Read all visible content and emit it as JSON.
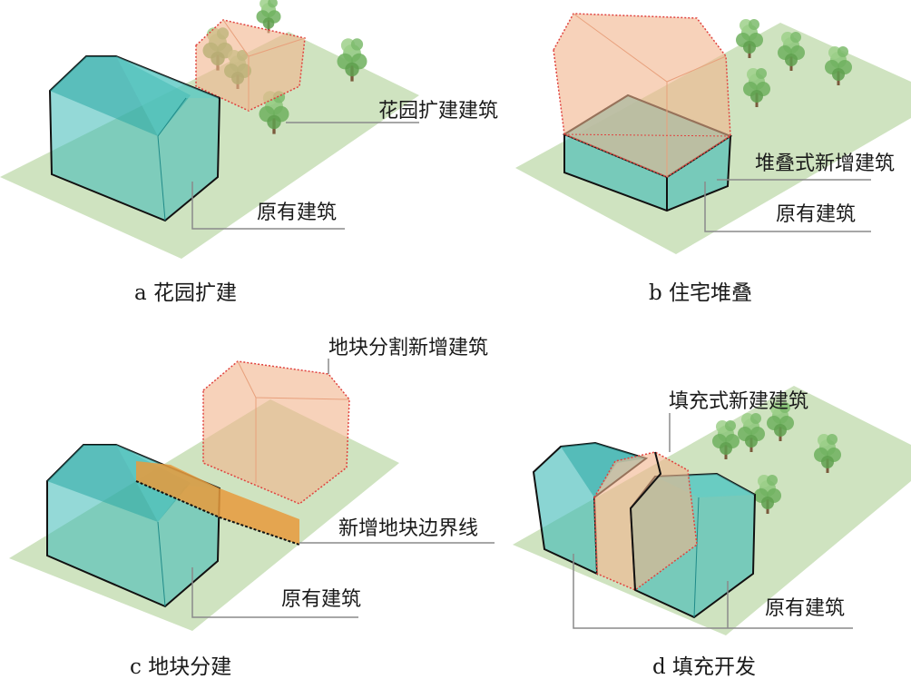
{
  "panels": [
    {
      "caption": "a 花园扩建",
      "labels": {
        "extension": "花园扩建建筑",
        "original": "原有建筑"
      }
    },
    {
      "caption": "b 住宅堆叠",
      "labels": {
        "stacked": "堆叠式新增建筑",
        "original": "原有建筑"
      }
    },
    {
      "caption": "c 地块分建",
      "labels": {
        "new_building": "地块分割新增建筑",
        "boundary": "新增地块边界线",
        "original": "原有建筑"
      }
    },
    {
      "caption": "d 填充开发",
      "labels": {
        "infill": "填充式新建建筑",
        "original": "原有建筑"
      }
    }
  ],
  "colors": {
    "ground": "#cfe3c0",
    "existing_building": "#3cb9b6",
    "new_building": "#f2b48c",
    "new_outline": "#e0433f",
    "boundary_strip": "#e89a3c",
    "tree_foliage": "#7dbb6c",
    "tree_trunk": "#7a5a3c",
    "leader_line": "#8a8a8a"
  },
  "icons": [
    "tree-icon"
  ]
}
